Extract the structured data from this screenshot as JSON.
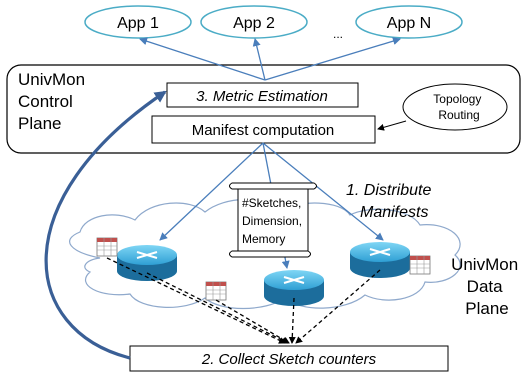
{
  "apps": [
    "App 1",
    "App 2",
    "App N"
  ],
  "apps_ellipsis": "...",
  "control_plane": {
    "title_lines": [
      "UnivMon",
      "Control",
      "Plane"
    ]
  },
  "metric_estimation": "3. Metric Estimation",
  "manifest_computation": "Manifest computation",
  "topology_routing": [
    "Topology",
    "Routing"
  ],
  "distribute_manifests": [
    "1. Distribute",
    "Manifests"
  ],
  "manifest_scroll": [
    "#Sketches,",
    "Dimension,",
    "Memory"
  ],
  "data_plane": {
    "title_lines": [
      "UnivMon",
      "Data",
      "Plane"
    ]
  },
  "collect_sketch_counters": "2. Collect Sketch counters",
  "colors": {
    "app_border": "#4bacc6",
    "arrow": "#4a7ebb",
    "big_arrow": "#3a5f96",
    "router_top": "#5ec2e8",
    "router_side": "#1c6d9c",
    "table_header": "#c0504d"
  }
}
